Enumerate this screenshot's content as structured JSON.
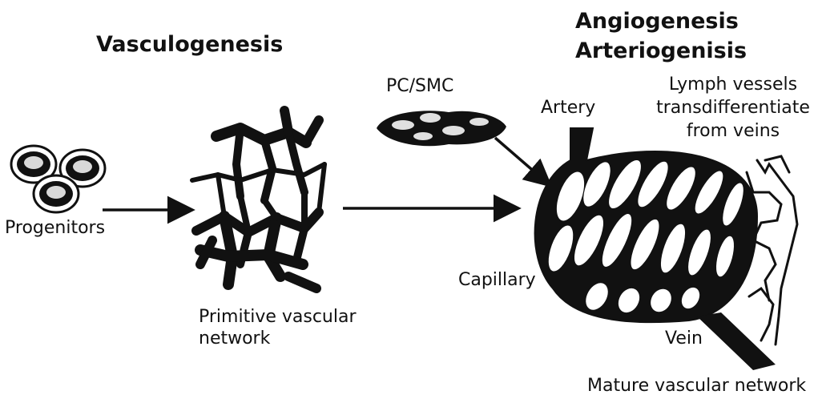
{
  "diagram": {
    "heading_vasculogenesis": "Vasculogenesis",
    "heading_angiogenesis": "Angiogenesis",
    "heading_arteriogenesis": "Arteriogenisis",
    "label_progenitors": "Progenitors",
    "label_pc_smc": "PC/SMC",
    "label_primitive_line1": "Primitive vascular",
    "label_primitive_line2": "network",
    "label_artery": "Artery",
    "label_lymph_line1": "Lymph vessels",
    "label_lymph_line2": "transdifferentiate",
    "label_lymph_line3": "from veins",
    "label_capillary": "Capillary",
    "label_vein": "Vein",
    "label_mature": "Mature vascular network"
  },
  "colors": {
    "ink": "#111111",
    "paper": "#ffffff",
    "cell_fill": "#d9d9d9"
  }
}
